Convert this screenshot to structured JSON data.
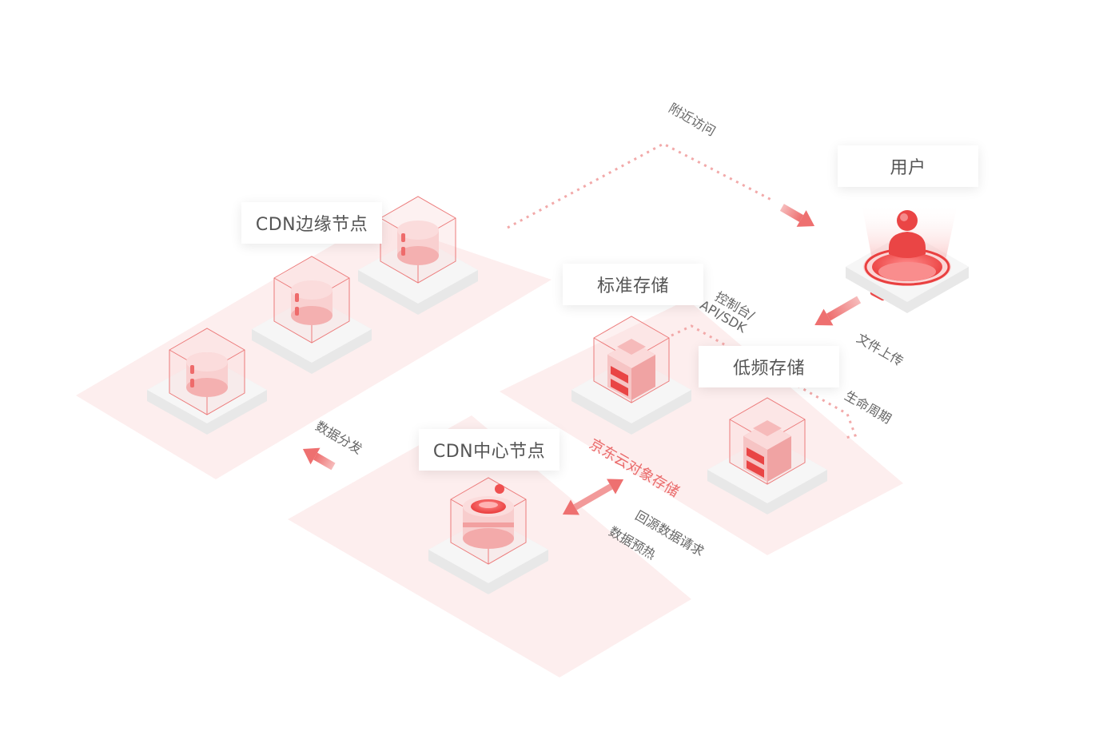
{
  "labels": {
    "user": "用户",
    "cdn_edge": "CDN边缘节点",
    "standard_storage": "标准存储",
    "low_freq_storage": "低频存储",
    "cdn_center": "CDN中心节点"
  },
  "annotations": {
    "nearby_access": "附近访问",
    "console": "控制台/",
    "api_sdk": "API/SDK",
    "file_upload": "文件上传",
    "lifecycle": "生命周期",
    "data_distribution": "数据分发",
    "jd_object_storage": "京东云对象存储",
    "origin_request": "回源数据请求",
    "data_preheat": "数据预热"
  },
  "colors": {
    "accent": "#e94b4b",
    "accent_light": "#f7b7b7",
    "zone_fill": "#fdeeee",
    "platform": "#f4f4f4",
    "text": "#555555"
  }
}
